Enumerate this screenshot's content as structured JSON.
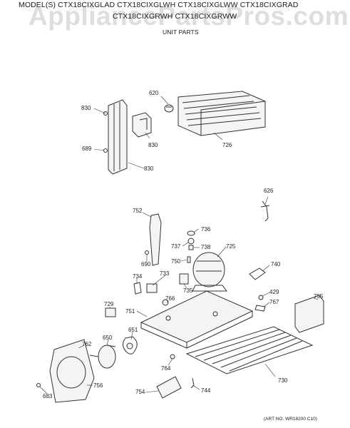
{
  "header": {
    "models_line1": "MODEL(S) CTX18CIXGLAD  CTX18CIXGLWH  CTX18CIXGLWW  CTX18CIXGRAD",
    "models_line2": "CTX18CIXGRWH  CTX18CIXGRWW",
    "section_title": "UNIT PARTS"
  },
  "watermark": "AppliancePartsPros.com",
  "art_number": "(ART NO. WR18200 C10)",
  "callouts": [
    {
      "id": "830a",
      "label": "830"
    },
    {
      "id": "620",
      "label": "620"
    },
    {
      "id": "830b",
      "label": "830"
    },
    {
      "id": "726",
      "label": "726"
    },
    {
      "id": "689",
      "label": "689"
    },
    {
      "id": "830c",
      "label": "830"
    },
    {
      "id": "626",
      "label": "626"
    },
    {
      "id": "752",
      "label": "752"
    },
    {
      "id": "736",
      "label": "736"
    },
    {
      "id": "737",
      "label": "737"
    },
    {
      "id": "738",
      "label": "738"
    },
    {
      "id": "725",
      "label": "725"
    },
    {
      "id": "750",
      "label": "750"
    },
    {
      "id": "690",
      "label": "690"
    },
    {
      "id": "740",
      "label": "740"
    },
    {
      "id": "734",
      "label": "734"
    },
    {
      "id": "733",
      "label": "733"
    },
    {
      "id": "735",
      "label": "735"
    },
    {
      "id": "429",
      "label": "429"
    },
    {
      "id": "755",
      "label": "755"
    },
    {
      "id": "767",
      "label": "767"
    },
    {
      "id": "729",
      "label": "729"
    },
    {
      "id": "766",
      "label": "766"
    },
    {
      "id": "751",
      "label": "751"
    },
    {
      "id": "651",
      "label": "651"
    },
    {
      "id": "650",
      "label": "650"
    },
    {
      "id": "762",
      "label": "762"
    },
    {
      "id": "764",
      "label": "764"
    },
    {
      "id": "730",
      "label": "730"
    },
    {
      "id": "756",
      "label": "756"
    },
    {
      "id": "754",
      "label": "754"
    },
    {
      "id": "744",
      "label": "744"
    },
    {
      "id": "683",
      "label": "683"
    }
  ]
}
